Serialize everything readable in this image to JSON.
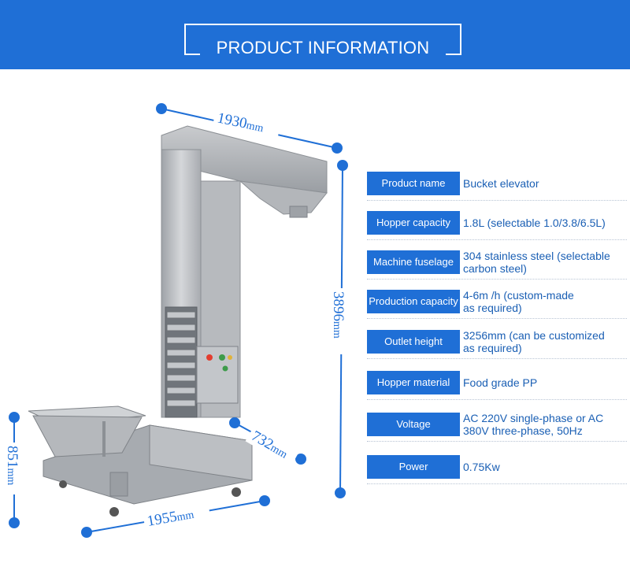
{
  "header": {
    "title": "PRODUCT INFORMATION"
  },
  "dimensions": {
    "top_width": "1930",
    "height": "3896",
    "base_depth": "732",
    "base_width": "1955",
    "hopper_height": "851",
    "unit": "mm"
  },
  "specs": [
    {
      "label": "Product name",
      "value_lines": [
        "Bucket elevator"
      ]
    },
    {
      "label": "Hopper capacity",
      "value_lines": [
        "1.8L (selectable 1.0/3.8/6.5L)"
      ]
    },
    {
      "label": "Machine fuselage",
      "value_lines": [
        "304 stainless steel (selectable",
        "carbon steel)"
      ]
    },
    {
      "label": "Production capacity",
      "value_lines": [
        "4-6m /h (custom-made",
        "as required)"
      ]
    },
    {
      "label": "Outlet height",
      "value_lines": [
        "3256mm (can be customized",
        "as required)"
      ]
    },
    {
      "label": "Hopper material",
      "value_lines": [
        "Food grade PP"
      ]
    },
    {
      "label": "Voltage",
      "value_lines": [
        "AC 220V single-phase or AC",
        "380V three-phase, 50Hz"
      ]
    },
    {
      "label": "Power",
      "value_lines": [
        "0.75Kw"
      ]
    }
  ],
  "colors": {
    "accent": "#1f6fd6",
    "value_text": "#1a5fb4",
    "steel": "#b9bcc0"
  }
}
